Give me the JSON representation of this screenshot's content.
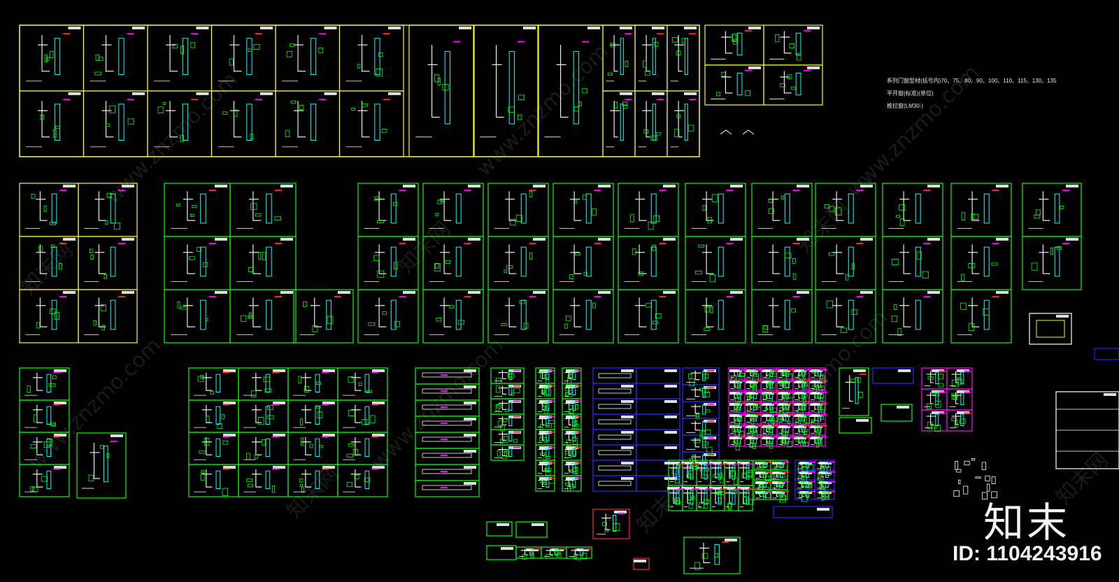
{
  "drawing": {
    "notes": [
      "系列门窗型材(括号内)70、75、80、90、100、110、115、130、135",
      "平开窗(标准)(单位)",
      "推拉窗(LM30-)"
    ]
  },
  "watermarks": {
    "site": "www.znzmo.com",
    "cn": "知末网"
  },
  "logo": {
    "text": "知末"
  },
  "asset": {
    "id_label": "ID: 1104243916"
  },
  "colors": {
    "yellow": "#ffff00",
    "green": "#00ff00",
    "blue": "#2b2bff",
    "magenta": "#ff00ff",
    "red": "#ff2a2a",
    "white": "#ffffff",
    "cyan": "#00ffff",
    "background": "#000000"
  }
}
